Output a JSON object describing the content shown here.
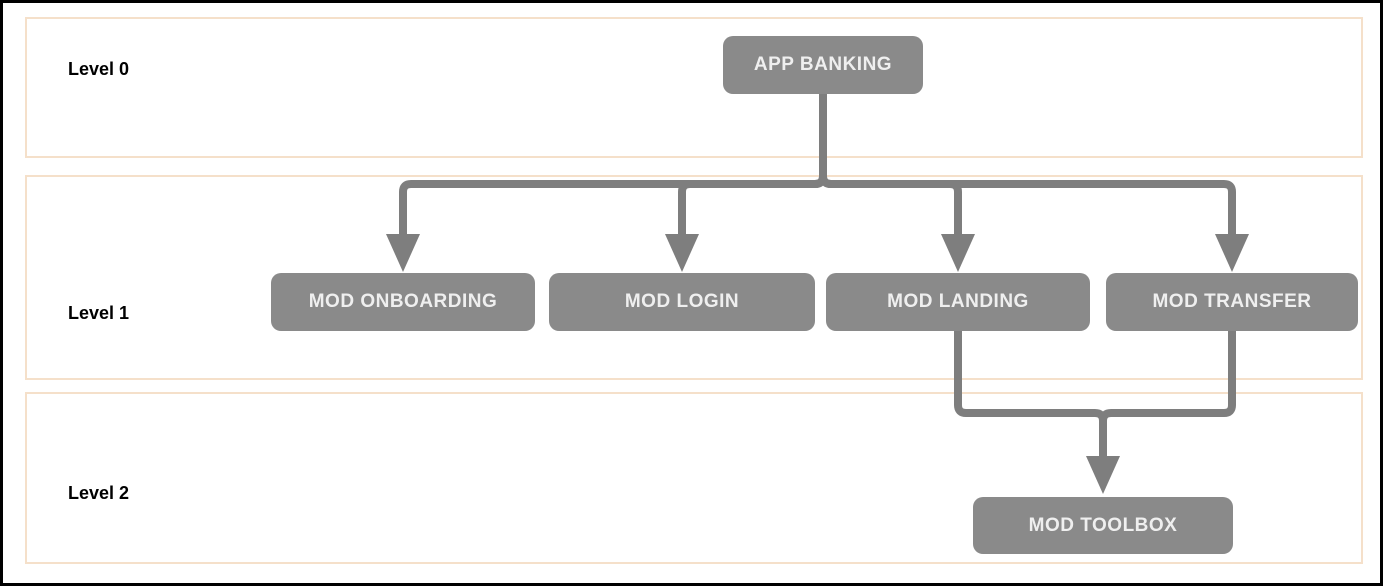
{
  "diagram": {
    "lanes": [
      {
        "label": "Level 0"
      },
      {
        "label": "Level 1"
      },
      {
        "label": "Level 2"
      }
    ],
    "nodes": [
      {
        "id": "app-banking",
        "label": "APP BANKING",
        "level": 0
      },
      {
        "id": "mod-onboarding",
        "label": "MOD ONBOARDING",
        "level": 1
      },
      {
        "id": "mod-login",
        "label": "MOD LOGIN",
        "level": 1
      },
      {
        "id": "mod-landing",
        "label": "MOD LANDING",
        "level": 1
      },
      {
        "id": "mod-transfer",
        "label": "MOD TRANSFER",
        "level": 1
      },
      {
        "id": "mod-toolbox",
        "label": "MOD TOOLBOX",
        "level": 2
      }
    ],
    "edges": [
      {
        "from": "app-banking",
        "to": "mod-onboarding"
      },
      {
        "from": "app-banking",
        "to": "mod-login"
      },
      {
        "from": "app-banking",
        "to": "mod-landing"
      },
      {
        "from": "app-banking",
        "to": "mod-transfer"
      },
      {
        "from": "mod-landing",
        "to": "mod-toolbox"
      },
      {
        "from": "mod-transfer",
        "to": "mod-toolbox"
      }
    ],
    "colors": {
      "node_fill": "#8a8a8a",
      "node_text": "#efefef",
      "connector": "#7e7e7e",
      "lane_border": "#f5e0ca",
      "lane_label": "#000000",
      "background": "#ffffff",
      "outer_border": "#000000"
    }
  }
}
